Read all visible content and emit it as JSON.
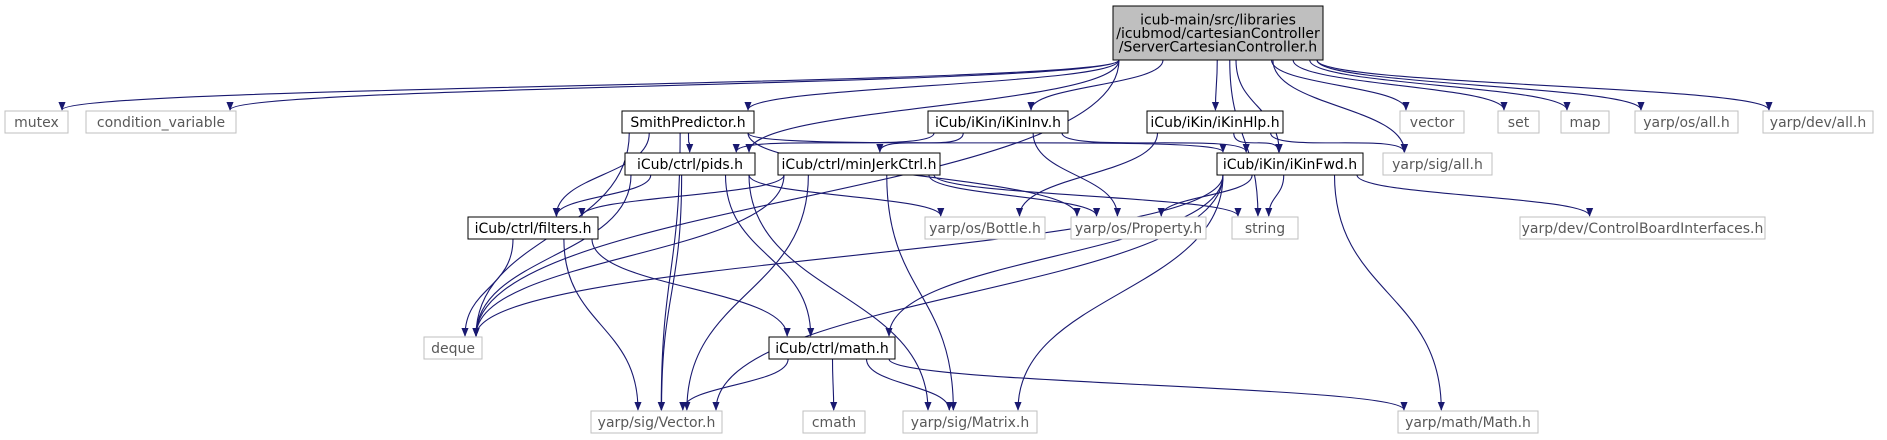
{
  "diagram": {
    "colors": {
      "edge": "#191970",
      "root_fill": "#bfbfbf",
      "documented_border": "#000000",
      "external_border": "#bfbfbf",
      "external_text": "#595959"
    },
    "nodes": [
      {
        "id": "root",
        "lines": [
          "icub-main/src/libraries",
          "/icubmod/cartesianController",
          "/ServerCartesianController.h"
        ],
        "style": "root"
      },
      {
        "id": "mutex",
        "lines": [
          "mutex"
        ],
        "style": "external"
      },
      {
        "id": "condition_variable",
        "lines": [
          "condition_variable"
        ],
        "style": "external"
      },
      {
        "id": "smithpredictor",
        "lines": [
          "SmithPredictor.h"
        ],
        "style": "documented"
      },
      {
        "id": "ikininv",
        "lines": [
          "iCub/iKin/iKinInv.h"
        ],
        "style": "documented"
      },
      {
        "id": "ikinhlp",
        "lines": [
          "iCub/iKin/iKinHlp.h"
        ],
        "style": "documented"
      },
      {
        "id": "vector",
        "lines": [
          "vector"
        ],
        "style": "external"
      },
      {
        "id": "set",
        "lines": [
          "set"
        ],
        "style": "external"
      },
      {
        "id": "map",
        "lines": [
          "map"
        ],
        "style": "external"
      },
      {
        "id": "yarp_os_all",
        "lines": [
          "yarp/os/all.h"
        ],
        "style": "external"
      },
      {
        "id": "yarp_dev_all",
        "lines": [
          "yarp/dev/all.h"
        ],
        "style": "external"
      },
      {
        "id": "pids",
        "lines": [
          "iCub/ctrl/pids.h"
        ],
        "style": "documented"
      },
      {
        "id": "minjerk",
        "lines": [
          "iCub/ctrl/minJerkCtrl.h"
        ],
        "style": "documented"
      },
      {
        "id": "ikinfwd",
        "lines": [
          "iCub/iKin/iKinFwd.h"
        ],
        "style": "documented"
      },
      {
        "id": "yarp_sig_all",
        "lines": [
          "yarp/sig/all.h"
        ],
        "style": "external"
      },
      {
        "id": "filters",
        "lines": [
          "iCub/ctrl/filters.h"
        ],
        "style": "documented"
      },
      {
        "id": "bottle",
        "lines": [
          "yarp/os/Bottle.h"
        ],
        "style": "external"
      },
      {
        "id": "property",
        "lines": [
          "yarp/os/Property.h"
        ],
        "style": "external"
      },
      {
        "id": "string",
        "lines": [
          "string"
        ],
        "style": "external"
      },
      {
        "id": "cbi",
        "lines": [
          "yarp/dev/ControlBoardInterfaces.h"
        ],
        "style": "external"
      },
      {
        "id": "deque",
        "lines": [
          "deque"
        ],
        "style": "external"
      },
      {
        "id": "math",
        "lines": [
          "iCub/ctrl/math.h"
        ],
        "style": "documented"
      },
      {
        "id": "sig_vector",
        "lines": [
          "yarp/sig/Vector.h"
        ],
        "style": "external"
      },
      {
        "id": "cmath",
        "lines": [
          "cmath"
        ],
        "style": "external"
      },
      {
        "id": "sig_matrix",
        "lines": [
          "yarp/sig/Matrix.h"
        ],
        "style": "external"
      },
      {
        "id": "math_math",
        "lines": [
          "yarp/math/Math.h"
        ],
        "style": "external"
      }
    ],
    "edges": [
      [
        "root",
        "mutex"
      ],
      [
        "root",
        "condition_variable"
      ],
      [
        "root",
        "smithpredictor"
      ],
      [
        "root",
        "ikininv"
      ],
      [
        "root",
        "ikinhlp"
      ],
      [
        "root",
        "vector"
      ],
      [
        "root",
        "set"
      ],
      [
        "root",
        "map"
      ],
      [
        "root",
        "yarp_os_all"
      ],
      [
        "root",
        "yarp_dev_all"
      ],
      [
        "root",
        "pids"
      ],
      [
        "root",
        "ikinfwd"
      ],
      [
        "root",
        "yarp_sig_all"
      ],
      [
        "root",
        "string"
      ],
      [
        "root",
        "deque"
      ],
      [
        "smithpredictor",
        "pids"
      ],
      [
        "smithpredictor",
        "filters"
      ],
      [
        "smithpredictor",
        "ikinfwd"
      ],
      [
        "smithpredictor",
        "property"
      ],
      [
        "smithpredictor",
        "deque"
      ],
      [
        "smithpredictor",
        "sig_vector"
      ],
      [
        "ikininv",
        "pids"
      ],
      [
        "ikininv",
        "minjerk"
      ],
      [
        "ikininv",
        "ikinfwd"
      ],
      [
        "ikininv",
        "property"
      ],
      [
        "ikinhlp",
        "ikinfwd"
      ],
      [
        "ikinhlp",
        "bottle"
      ],
      [
        "ikinhlp",
        "yarp_sig_all"
      ],
      [
        "pids",
        "filters"
      ],
      [
        "pids",
        "math"
      ],
      [
        "pids",
        "bottle"
      ],
      [
        "pids",
        "deque"
      ],
      [
        "pids",
        "sig_vector"
      ],
      [
        "pids",
        "sig_matrix"
      ],
      [
        "minjerk",
        "filters"
      ],
      [
        "minjerk",
        "property"
      ],
      [
        "minjerk",
        "string"
      ],
      [
        "minjerk",
        "deque"
      ],
      [
        "minjerk",
        "sig_vector"
      ],
      [
        "minjerk",
        "sig_matrix"
      ],
      [
        "ikinfwd",
        "property"
      ],
      [
        "ikinfwd",
        "string"
      ],
      [
        "ikinfwd",
        "cbi"
      ],
      [
        "ikinfwd",
        "deque"
      ],
      [
        "ikinfwd",
        "math"
      ],
      [
        "ikinfwd",
        "sig_vector"
      ],
      [
        "ikinfwd",
        "sig_matrix"
      ],
      [
        "ikinfwd",
        "math_math"
      ],
      [
        "filters",
        "deque"
      ],
      [
        "filters",
        "math"
      ],
      [
        "filters",
        "sig_vector"
      ],
      [
        "math",
        "sig_vector"
      ],
      [
        "math",
        "cmath"
      ],
      [
        "math",
        "sig_matrix"
      ],
      [
        "math",
        "math_math"
      ]
    ]
  }
}
